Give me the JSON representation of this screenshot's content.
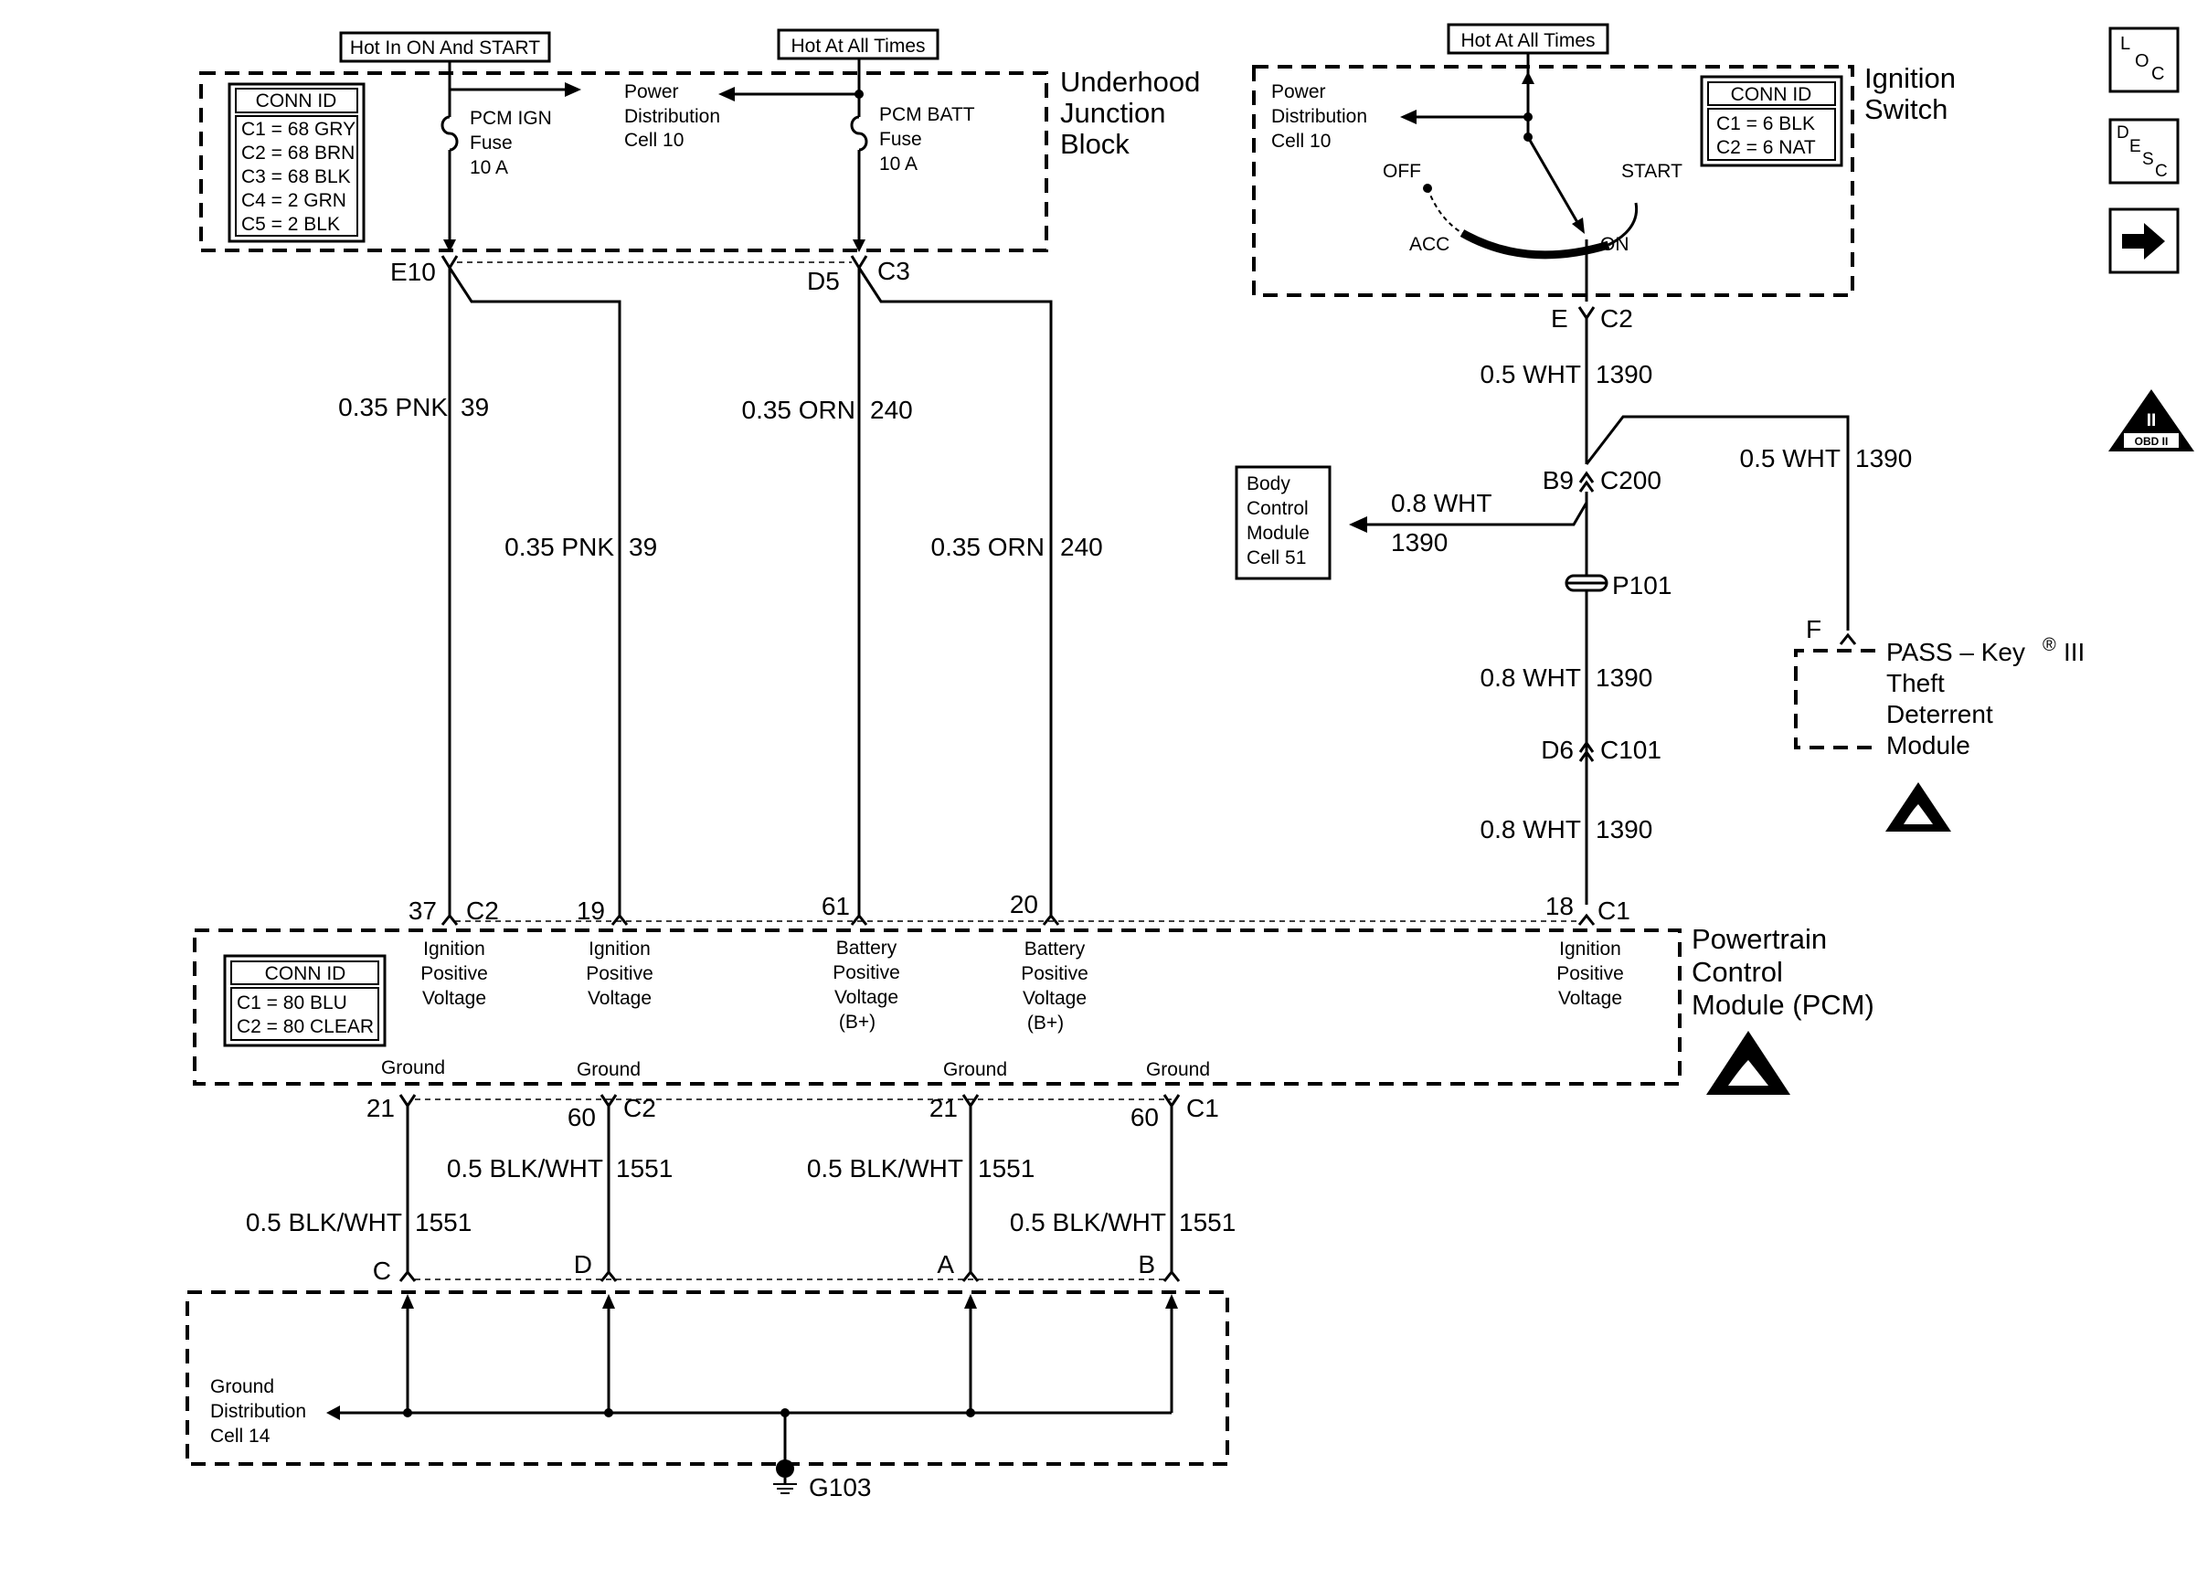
{
  "supply_labels": {
    "hot_on_start": "Hot In ON And START",
    "hot_all_times_1": "Hot At All Times",
    "hot_all_times_2": "Hot At All Times"
  },
  "junction_block": {
    "title": [
      "Underhood",
      "Junction",
      "Block"
    ],
    "conn_id": {
      "header": "CONN ID",
      "rows": [
        "C1 = 68 GRY",
        "C2 = 68 BRN",
        "C3 = 68 BLK",
        "C4 = 2 GRN",
        "C5 = 2 BLK"
      ]
    },
    "fuse_ign": [
      "PCM IGN",
      "Fuse",
      "10 A"
    ],
    "fuse_batt": [
      "PCM BATT",
      "Fuse",
      "10 A"
    ],
    "power_dist": [
      "Power",
      "Distribution",
      "Cell 10"
    ],
    "pins": {
      "e10": "E10",
      "d5": "D5",
      "c3": "C3"
    }
  },
  "ignition_switch": {
    "title": [
      "Ignition",
      "Switch"
    ],
    "conn_id": {
      "header": "CONN ID",
      "rows": [
        "C1 = 6 BLK",
        "C2 = 6 NAT"
      ]
    },
    "power_dist": [
      "Power",
      "Distribution",
      "Cell 10"
    ],
    "positions": {
      "off": "OFF",
      "acc": "ACC",
      "start": "START",
      "on": "ON"
    },
    "pins": {
      "e": "E",
      "c2": "C2"
    }
  },
  "wires": {
    "pnk_left": {
      "size_color": "0.35 PNK",
      "circuit": "39"
    },
    "pnk_right": {
      "size_color": "0.35 PNK",
      "circuit": "39"
    },
    "orn_left": {
      "size_color": "0.35 ORN",
      "circuit": "240"
    },
    "orn_right": {
      "size_color": "0.35 ORN",
      "circuit": "240"
    },
    "wht_top": {
      "size_color": "0.5 WHT",
      "circuit": "1390"
    },
    "wht_pass": {
      "size_color": "0.5 WHT",
      "circuit": "1390"
    },
    "wht_bcm": {
      "size_color": "0.8 WHT",
      "circuit": "1390"
    },
    "wht_mid": {
      "size_color": "0.8 WHT",
      "circuit": "1390"
    },
    "wht_low": {
      "size_color": "0.8 WHT",
      "circuit": "1390"
    },
    "gnd_1": {
      "size_color": "0.5 BLK/WHT",
      "circuit": "1551"
    },
    "gnd_2": {
      "size_color": "0.5 BLK/WHT",
      "circuit": "1551"
    },
    "gnd_3": {
      "size_color": "0.5 BLK/WHT",
      "circuit": "1551"
    },
    "gnd_4": {
      "size_color": "0.5 BLK/WHT",
      "circuit": "1551"
    }
  },
  "splices": {
    "b9": "B9",
    "c200": "C200",
    "p101": "P101",
    "d6": "D6",
    "c101": "C101"
  },
  "bcm": [
    "Body",
    "Control",
    "Module",
    "Cell 51"
  ],
  "pass_key": {
    "pin": "F",
    "title_1": "PASS – Key",
    "reg": "®",
    "title_1b": "III",
    "lines": [
      "Theft",
      "Deterrent",
      "Module"
    ]
  },
  "pcm": {
    "title": [
      "Powertrain",
      "Control",
      "Module (PCM)"
    ],
    "conn_id": {
      "header": "CONN ID",
      "rows": [
        "C1 = 80 BLU",
        "C2 = 80 CLEAR"
      ]
    },
    "top_pins": {
      "p37": "37",
      "c2": "C2",
      "p19": "19",
      "p61": "61",
      "p20": "20",
      "p18": "18",
      "c1": "C1"
    },
    "ign_label": [
      "Ignition",
      "Positive",
      "Voltage"
    ],
    "batt_label": [
      "Battery",
      "Positive",
      "Voltage",
      "(B+)"
    ],
    "ground_label": "Ground",
    "bottom_pins": {
      "p21a": "21",
      "p60a": "60",
      "c2": "C2",
      "p21b": "21",
      "p60b": "60",
      "c1": "C1"
    }
  },
  "ground_block": {
    "pins": {
      "c": "C",
      "d": "D",
      "a": "A",
      "b": "B"
    },
    "label": [
      "Ground",
      "Distribution",
      "Cell 14"
    ],
    "g103": "G103"
  },
  "side_icons": {
    "loc": {
      "l": "L",
      "o": "O",
      "c": "C"
    },
    "desc": {
      "d": "D",
      "e": "E",
      "s": "S",
      "c": "C"
    },
    "obd": {
      "roman": "II",
      "caption": "OBD II"
    }
  }
}
